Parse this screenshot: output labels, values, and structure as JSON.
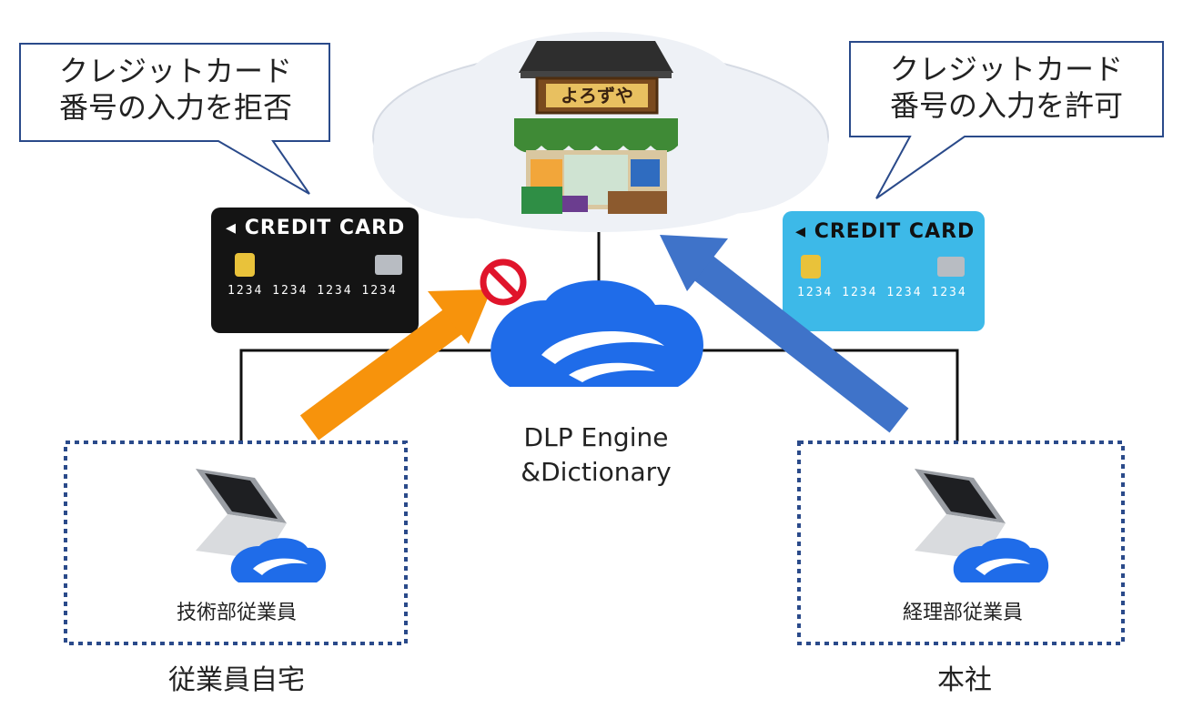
{
  "callouts": {
    "left": {
      "line1": "クレジットカード",
      "line2": "番号の入力を拒否"
    },
    "right": {
      "line1": "クレジットカード",
      "line2": "番号の入力を許可"
    }
  },
  "cards": {
    "left": {
      "label": "◂ CREDIT CARD",
      "number": "1234 1234 1234 1234",
      "color": "#141414"
    },
    "right": {
      "label": "◂ CREDIT CARD",
      "number": "1234 1234 1234 1234",
      "color": "#3db9e8"
    }
  },
  "store": {
    "sign": "よろずや"
  },
  "engine": {
    "line1": "DLP Engine",
    "line2": "&Dictionary"
  },
  "endpoints": {
    "left": {
      "user": "技術部従業員",
      "location": "従業員自宅"
    },
    "right": {
      "user": "経理部従業員",
      "location": "本社"
    }
  },
  "colors": {
    "blocked_arrow": "#f7930c",
    "allowed_arrow": "#3f73c9",
    "zscaler_blue": "#1f6ce9",
    "box_border": "#2a4a8a",
    "blocked_icon": "#e0142b"
  }
}
